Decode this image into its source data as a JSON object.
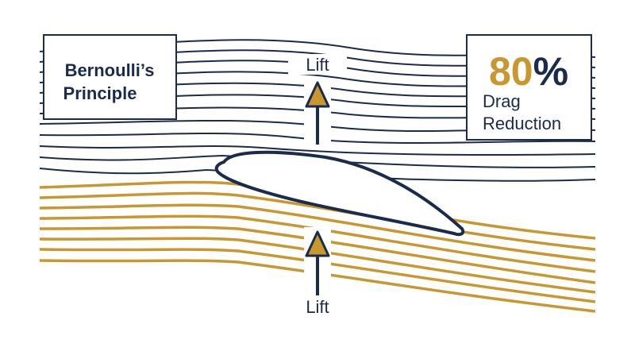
{
  "title": {
    "line1": "Bernoulli’s",
    "line2": "Principle"
  },
  "stat": {
    "value": "80%",
    "line1": "Drag",
    "line2": "Reduction"
  },
  "lift_top_label": "Lift",
  "lift_bottom_label": "Lift",
  "colors": {
    "navy": "#1a2b4c",
    "gold": "#c9972f",
    "background": "#ffffff"
  },
  "icons": {
    "lift_arrow": "arrow-up-icon",
    "airfoil": "airfoil-icon"
  }
}
